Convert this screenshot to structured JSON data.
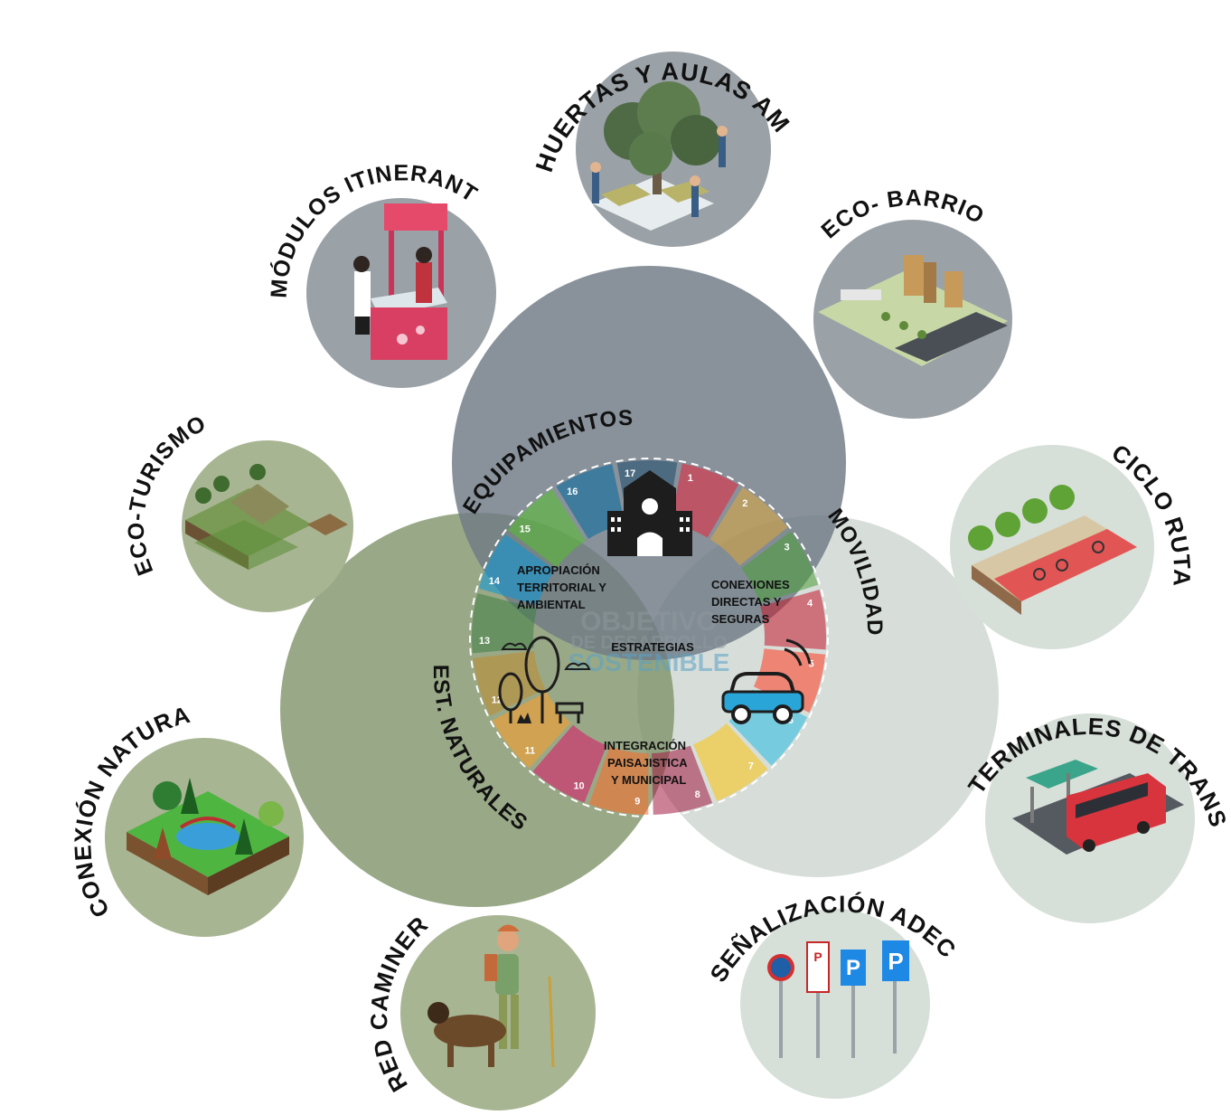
{
  "center": {
    "title": "ESTRATEGIAS",
    "watermark": [
      "OBJETIVO",
      "DE DESARROLLO",
      "SOSTENIBLE"
    ],
    "quadrants": [
      {
        "lines": [
          "APROPIACIÓN",
          "TERRITORIAL Y",
          "AMBIENTAL"
        ]
      },
      {
        "lines": [
          "CONEXIONES",
          "DIRECTAS Y",
          "SEGURAS"
        ]
      },
      {
        "lines": [
          "INTEGRACIÓN",
          "PAISAJISTICA",
          "Y MUNICIPAL"
        ]
      }
    ],
    "sdg_numbers": [
      "1",
      "2",
      "3",
      "4",
      "5",
      "6",
      "7",
      "8",
      "9",
      "10",
      "11",
      "12",
      "13",
      "14",
      "15",
      "16",
      "17"
    ]
  },
  "main_circles": [
    {
      "id": "equipamientos",
      "label": "EQUIPAMIENTOS",
      "color": "#6f7a85"
    },
    {
      "id": "movilidad",
      "label": "MOVILIDAD",
      "color": "#c9d3cc"
    },
    {
      "id": "naturales",
      "label": "EST. NATURALES",
      "color": "#7c9165"
    }
  ],
  "satellites": [
    {
      "id": "huertas",
      "label": "HUERTAS Y AULAS AMBIENTALES",
      "group": "equipamientos"
    },
    {
      "id": "modulos",
      "label": "MÓDULOS ITINERANTES",
      "group": "equipamientos"
    },
    {
      "id": "ecobarrios",
      "label": "ECO- BARRIOS",
      "group": "equipamientos"
    },
    {
      "id": "ciclorutas",
      "label": "CICLO RUTAS",
      "group": "movilidad"
    },
    {
      "id": "terminales",
      "label": "TERMINALES DE TRANSPORTE",
      "group": "movilidad"
    },
    {
      "id": "senalizacion",
      "label": "SEÑALIZACIÓN ADECUADA",
      "group": "movilidad"
    },
    {
      "id": "ecoturismo",
      "label": "ECO-TURISMO",
      "group": "naturales"
    },
    {
      "id": "conexion",
      "label": "CONEXIÓN NATURAL",
      "group": "naturales"
    },
    {
      "id": "redcaminera",
      "label": "RED CAMINERA",
      "group": "naturales"
    }
  ],
  "colors": {
    "gray_group": "#9aa1a7",
    "light_group": "#d6dfd8",
    "green_group": "#a8b593",
    "sdg": [
      "#e5243b",
      "#dda63a",
      "#4c9f38",
      "#c5192d",
      "#ff3a21",
      "#26bde2",
      "#fcc30b",
      "#a21942",
      "#fd6925",
      "#dd1367",
      "#fd9d24",
      "#bf8b2e",
      "#3f7e44",
      "#0a97d9",
      "#56c02b",
      "#00689d",
      "#19486a"
    ]
  }
}
